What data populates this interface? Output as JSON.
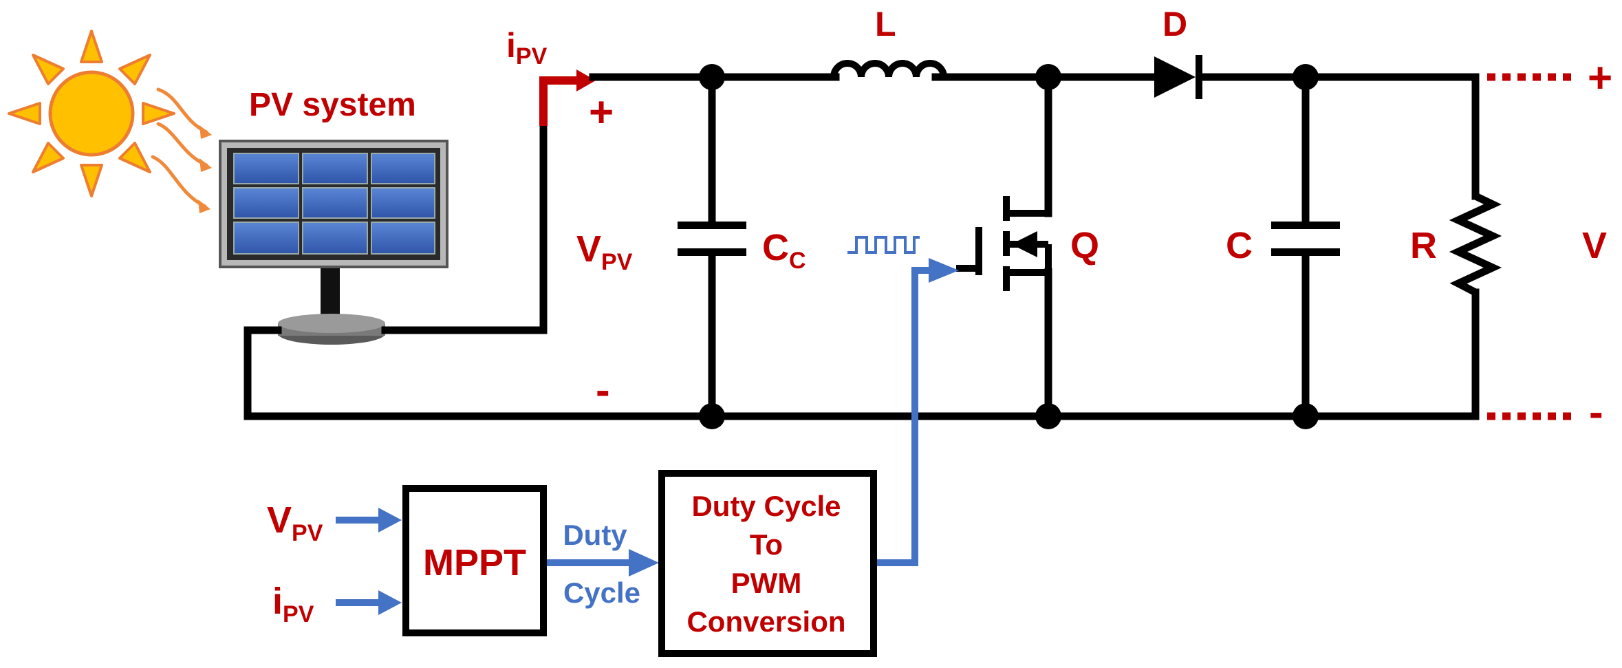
{
  "pv": {
    "system_label": "PV system",
    "current_main": "i",
    "current_sub": "PV",
    "plus": "+",
    "minus": "-"
  },
  "components": {
    "inductor": "L",
    "diode": "D",
    "switch": "Q",
    "capacitor": "C",
    "resistor": "R",
    "output_voltage": "V",
    "cc_main": "C",
    "cc_sub": "C",
    "vpv_main": "V",
    "vpv_sub": "PV"
  },
  "output": {
    "plus": "+",
    "minus": "-"
  },
  "control": {
    "in_v_main": "V",
    "in_v_sub": "PV",
    "in_i_main": "i",
    "in_i_sub": "PV",
    "mppt": "MPPT",
    "duty_line1": "Duty",
    "duty_line2": "Cycle",
    "conv_lines": [
      "Duty Cycle",
      "To",
      "PWM",
      "Conversion"
    ]
  },
  "colors": {
    "label_red": "#c00000",
    "signal_blue": "#4472c4",
    "sun": "#ffc000",
    "sun_ray": "#f4b183",
    "wire": "#000000"
  },
  "icons": {
    "sun": "sun-icon",
    "panel": "solar-panel-icon",
    "pwm": "pwm-waveform-icon"
  }
}
